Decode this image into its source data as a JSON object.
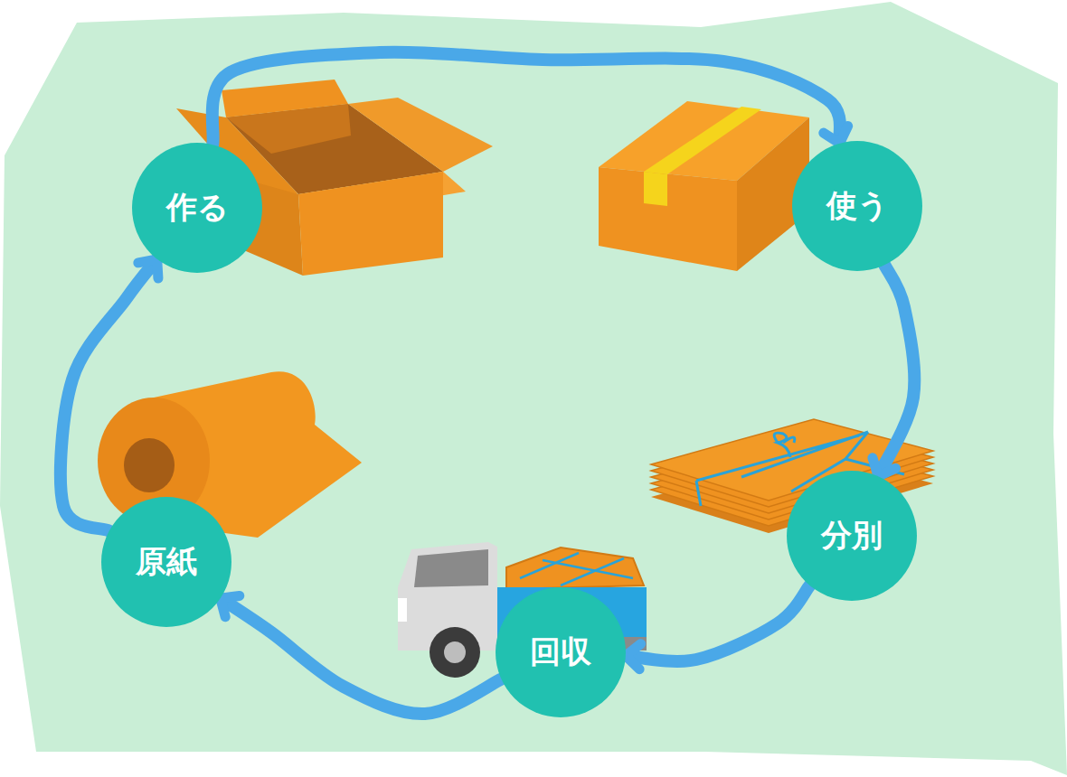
{
  "diagram": {
    "nodes": [
      {
        "text": [
          "作る"
        ]
      },
      {
        "text": [
          "使う"
        ]
      },
      {
        "text": [
          "分別"
        ]
      },
      {
        "text": [
          "回収"
        ]
      },
      {
        "text": [
          "原紙"
        ]
      }
    ],
    "edges": [
      {
        "from": 0,
        "to": 1,
        "arrow": "to"
      },
      {
        "from": 1,
        "to": 2,
        "arrow": "to"
      },
      {
        "from": 2,
        "to": 3,
        "arrow": "to"
      },
      {
        "from": 3,
        "to": 4,
        "arrow": "to"
      },
      {
        "from": 4,
        "to": 0,
        "arrow": "to"
      }
    ]
  }
}
